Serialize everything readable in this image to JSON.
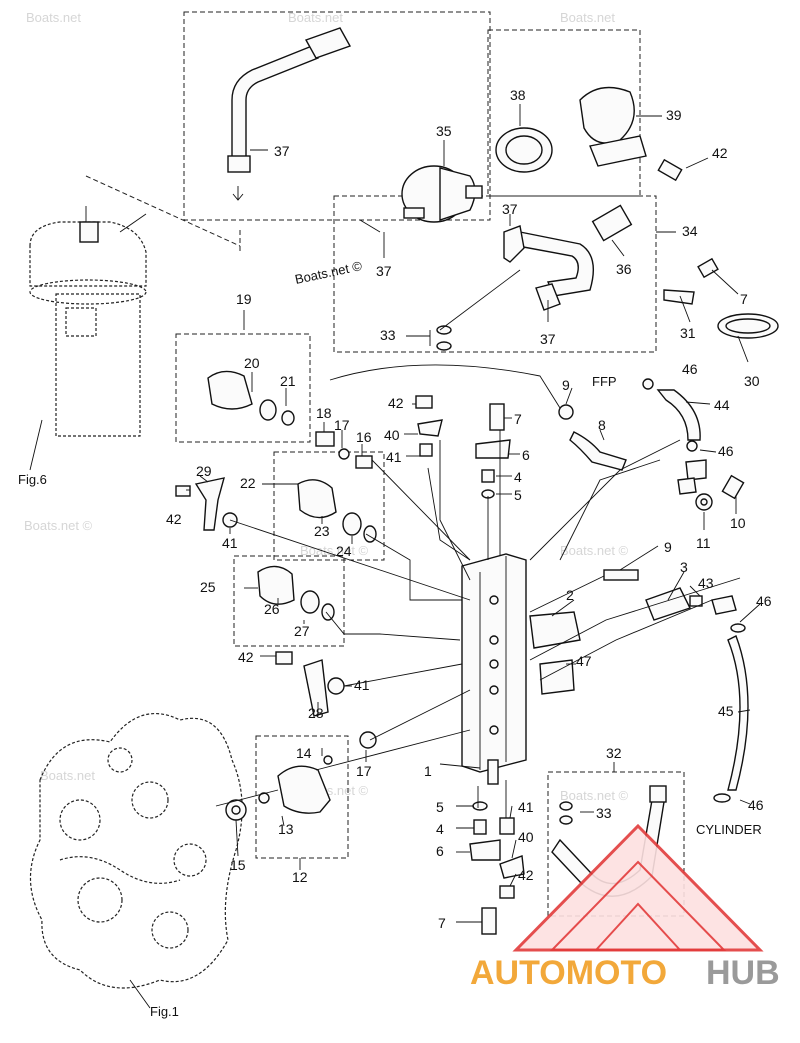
{
  "watermarks": {
    "boats_net": "Boats.net",
    "boats_net_c": "Boats.net ©"
  },
  "logo": {
    "part_a": "AUTOMOTO",
    "part_b": "HUB",
    "accent_color": "#f2a83a",
    "secondary_color": "#9a9a9a",
    "triangle_color": "#e23b3b"
  },
  "captions": {
    "fig6": "Fig.6",
    "fig1": "Fig.1",
    "ffp": "FFP",
    "cylinder": "CYLINDER"
  },
  "callouts": {
    "c37a": "37",
    "c35": "35",
    "c38": "38",
    "c39": "39",
    "c42a": "42",
    "c37b": "37",
    "c37c": "37",
    "c36": "36",
    "c34": "34",
    "c7a": "7",
    "c37d": "37",
    "c33a": "33",
    "c31": "31",
    "c30": "30",
    "c19": "19",
    "c20": "20",
    "c21": "21",
    "c42b": "42",
    "c9a": "9",
    "c46a": "46",
    "c44": "44",
    "c18": "18",
    "c17a": "17",
    "c16": "16",
    "c40a": "40",
    "c41a": "41",
    "c7b": "7",
    "c6a": "6",
    "c8": "8",
    "c46b": "46",
    "c4a": "4",
    "c5a": "5",
    "c29": "29",
    "c22": "22",
    "c42c": "42",
    "c41b": "41",
    "c23": "23",
    "c24": "24",
    "c10": "10",
    "c11": "11",
    "c9b": "9",
    "c3": "3",
    "c43": "43",
    "c25": "25",
    "c26": "26",
    "c2": "2",
    "c46c": "46",
    "c27": "27",
    "c47": "47",
    "c42d": "42",
    "c41c": "41",
    "c28": "28",
    "c45": "45",
    "c14": "14",
    "c17b": "17",
    "c1": "1",
    "c32": "32",
    "c5b": "5",
    "c41d": "41",
    "c33b": "33",
    "c4b": "4",
    "c40b": "40",
    "c46d": "46",
    "c13": "13",
    "c15": "15",
    "c6b": "6",
    "c42e": "42",
    "c12": "12",
    "c7c": "7"
  }
}
